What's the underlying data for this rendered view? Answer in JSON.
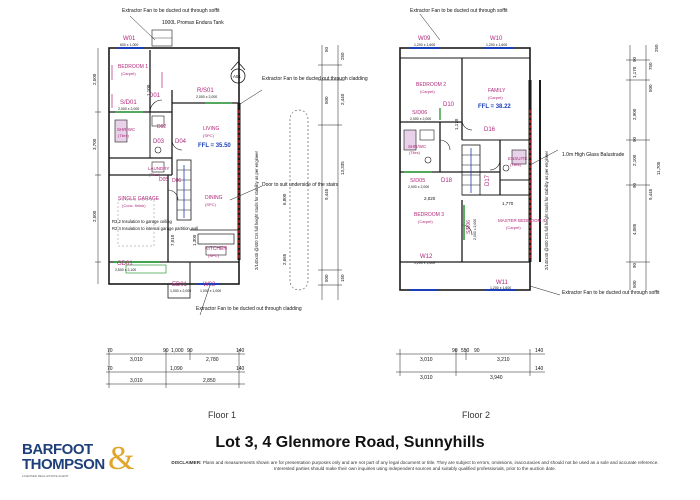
{
  "title": "Lot 3, 4 Glenmore Road, Sunnyhills",
  "floor_labels": [
    "Floor 1",
    "Floor 2"
  ],
  "logo": {
    "line1": "BARFOOT",
    "line2": "THOMPSON",
    "mark": "&",
    "tagline": "LICENSED REAL ESTATE AGENT"
  },
  "disclaimer": {
    "prefix": "DISCLAIMER:",
    "text": "Plans and measurements shown are for presentation purposes only and are not part of any legal document or title. They are subject to errors, omissions, inaccuracies and should not be used as a sole and accurate reference. Interested parties should make their own inquiries using independent sources and suitably qualified professionals, prior to the auction date."
  },
  "floor1": {
    "notes": {
      "fan_top": "Extractor Fan to be ducted out through soffit",
      "tank": "1000L Promax Endura Tank",
      "fan_right": "Extractor Fan to be ducted out through cladding",
      "door_stairs": "Door to suit underside of the stairs",
      "garage_ins1": "R3.2 Insulation to garage ceiling",
      "garage_ins2": "R2.4 Insulation to internal garage partition wall",
      "fan_bottom": "Extractor Fan to be ducted out through cladding",
      "studs": "2/140x45 @400 Crs full height studs for stability as per engineer"
    },
    "rooms": {
      "bedroom1": "BEDROOM 1",
      "bedroom1_floor": "(Carpet)",
      "shr": "SHR/WC",
      "shr_floor": "(Tiles)",
      "laundry": "LAUNDRY",
      "laundry_floor": "(Tiles)",
      "living": "LIVING",
      "living_floor": "(SPC)",
      "ffl": "FFL = 35.50",
      "garage": "SINGLE GARAGE",
      "garage_floor": "(Conc. finish)",
      "dining": "DINING",
      "dining_floor": "(SPC)",
      "kitchen": "KITCHEN",
      "kitchen_floor": "(SPC)"
    },
    "tags": {
      "w01": "W01",
      "w01_size": "600 x 1,000",
      "rs01": "R/S01",
      "rs01_size": "2,000 x 2,000",
      "d01": "D01",
      "d02": "D02",
      "d03": "D03",
      "d04": "D04",
      "d05": "D05",
      "d06": "D06",
      "sd01": "S/D01",
      "sd01_size": "2,000 x 2,000",
      "gd01": "GD01",
      "gd01_size": "2,500 x 2,100",
      "ed01": "ED01",
      "ed01_size": "1,000 x 2,000",
      "w02": "W02",
      "w02_size": "1,000 x 1,000",
      "a51": "A51"
    },
    "dims": {
      "left_top": "2,500",
      "left_mid": "3,700",
      "left_bot": "2,500",
      "v_1300": "1,300",
      "v_7010": "7,010",
      "v_1100": "1,100",
      "bay_6800": "6,800",
      "bay_2665": "2,665",
      "right_top": "50",
      "right_250": "250",
      "right_2440": "2,440",
      "right_500a": "500",
      "right_13335": "13,335",
      "right_9445": "9,445",
      "right_500b": "500",
      "right_150": "150",
      "b1": [
        "70",
        "3,010",
        "90",
        "1,000",
        "90",
        "2,780",
        "140"
      ],
      "b2": [
        "70",
        "1,090",
        "140"
      ],
      "b3": [
        "3,010",
        "2,850"
      ]
    }
  },
  "floor2": {
    "notes": {
      "fan_top": "Extractor Fan to be ducted out through soffit",
      "balustrade": "1.0m High Glass Balustrade",
      "studs": "2/140x45 @400 Crs full height studs for stability as per engineer",
      "fan_bottom": "Extractor Fan to be ducted out through soffit"
    },
    "rooms": {
      "bedroom2": "BEDROOM 2",
      "bedroom2_floor": "(Carpet)",
      "family": "FAMILY",
      "family_floor": "(Carpet)",
      "ffl": "FFL = 38.22",
      "shr": "SHR/WC",
      "shr_floor": "(Tiles)",
      "ensuite": "ENSUITE",
      "ensuite_floor": "(Tiles)",
      "bedroom3": "BEDROOM 3",
      "bedroom3_floor": "(Carpet)",
      "master": "MASTER BEDROOM 4",
      "master_floor": "(Carpet)"
    },
    "tags": {
      "w09": "W09",
      "w09_size": "1,200 x 1,600",
      "w10": "W10",
      "w10_size": "1,200 x 1,600",
      "sd06a": "S/D06",
      "sd06a_size": "2,000 x 2,000",
      "d10": "D10",
      "d16": "D16",
      "d17": "D17",
      "d18": "D18",
      "sd05": "S/D05",
      "sd05_size": "2,000 x 2,000",
      "sd06": "S/D06",
      "sd06_size": "2,000 x 2,000",
      "w12": "W12",
      "w12_size": "1,200 x 1,600",
      "w11": "W11",
      "w11_size": "1,200 x 1,600"
    },
    "dims": {
      "v_1170": "1,170",
      "v_2020": "2,020",
      "v_1770": "1,770",
      "right_250": "250",
      "right_90a": "90",
      "right_1170": "1,170",
      "right_750": "750",
      "right_500": "500",
      "right_2900": "2,900",
      "right_90b": "90",
      "right_2100": "2,100",
      "right_11705": "11,705",
      "right_9445": "9,445",
      "right_90c": "90",
      "right_4085": "4,085",
      "right_90d": "90",
      "right_500b": "500",
      "b1": [
        "3,010",
        "90",
        "550",
        "90",
        "3,210",
        "140"
      ],
      "b2": [
        "3,010",
        "3,940",
        "140"
      ]
    }
  },
  "colors": {
    "line": "#1a1a1a",
    "magenta": "#b0277a",
    "blue": "#1b3fb8",
    "green": "#2e9e3a",
    "red": "#d42222",
    "navy": "#1f3f7a",
    "gold": "#e0a52a"
  }
}
